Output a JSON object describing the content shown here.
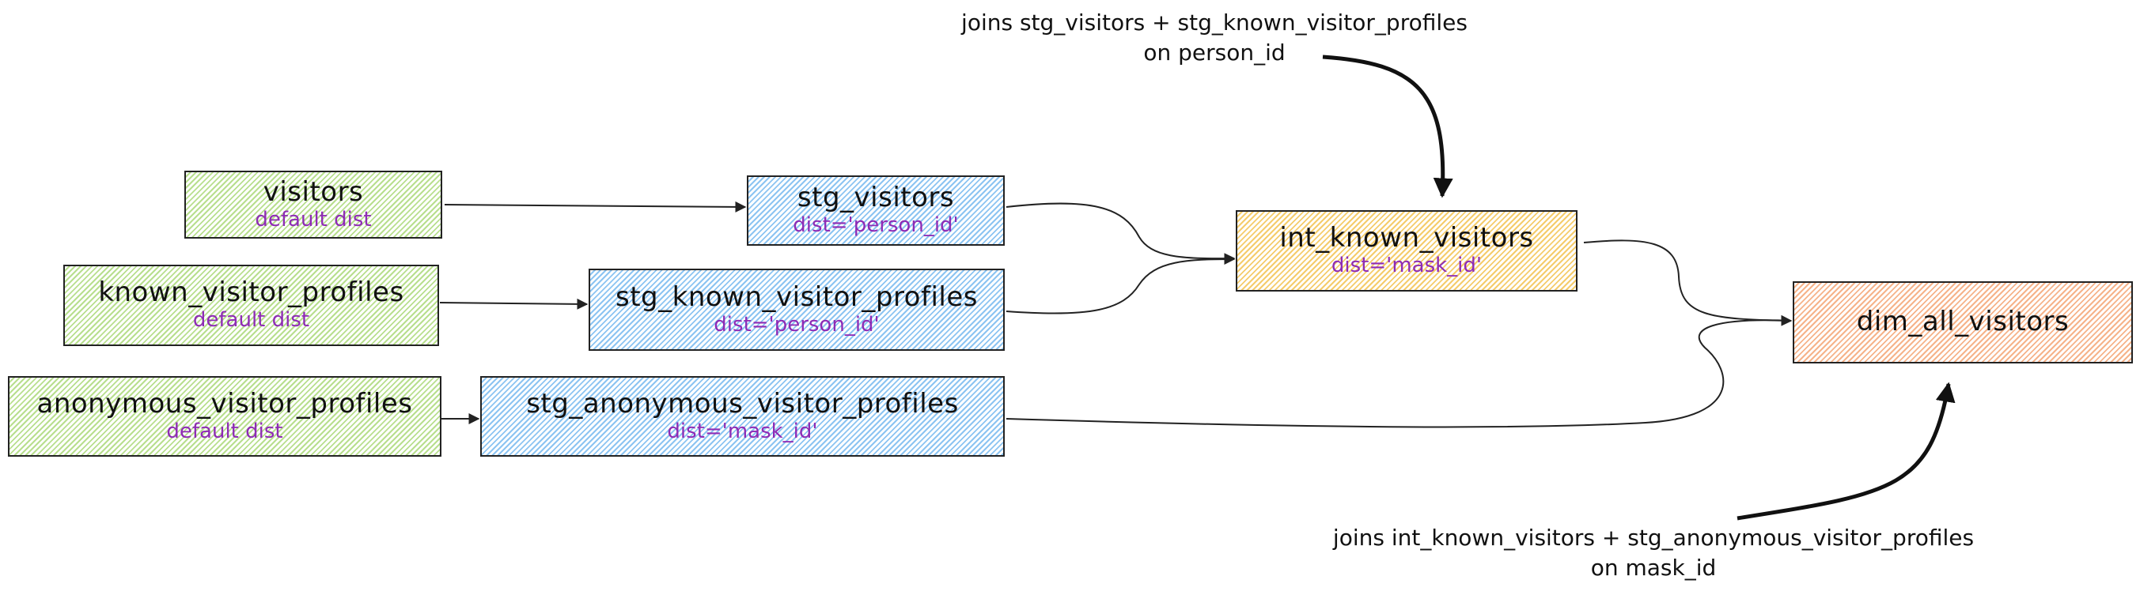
{
  "nodes": {
    "visitors": {
      "title": "visitors",
      "sub": "default dist"
    },
    "known_visitor_profiles": {
      "title": "known_visitor_profiles",
      "sub": "default dist"
    },
    "anonymous_visitor_profiles": {
      "title": "anonymous_visitor_profiles",
      "sub": "default dist"
    },
    "stg_visitors": {
      "title": "stg_visitors",
      "sub": "dist='person_id'"
    },
    "stg_known_visitor_profiles": {
      "title": "stg_known_visitor_profiles",
      "sub": "dist='person_id'"
    },
    "stg_anonymous_visitor_profiles": {
      "title": "stg_anonymous_visitor_profiles",
      "sub": "dist='mask_id'"
    },
    "int_known_visitors": {
      "title": "int_known_visitors",
      "sub": "dist='mask_id'"
    },
    "dim_all_visitors": {
      "title": "dim_all_visitors"
    }
  },
  "notes": {
    "top": {
      "line1": "joins stg_visitors + stg_known_visitor_profiles",
      "line2": "on person_id"
    },
    "bottom": {
      "line1": "joins int_known_visitors + stg_anonymous_visitor_profiles",
      "line2": "on mask_id"
    }
  },
  "colors": {
    "source_fill": "#b8df8e",
    "staging_fill": "#8cc4f2",
    "intermediate_fill": "#f5cc6b",
    "dimension_fill": "#f6b38a",
    "dist_text": "#8e2bb5",
    "stroke": "#222222"
  }
}
